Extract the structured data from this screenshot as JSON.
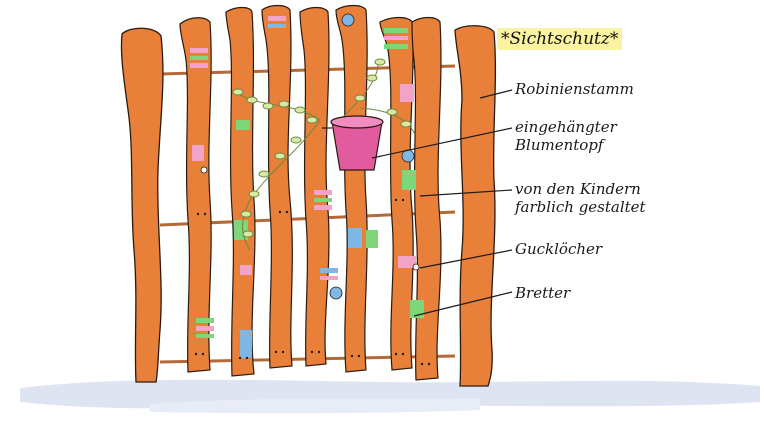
{
  "title": "*Sichtschutz*",
  "labels": {
    "robinienstamm": "Robinienstamm",
    "topf_line1": "eingehängter",
    "topf_line2": "Blumentopf",
    "kinder_line1": "von den Kindern",
    "kinder_line2": "farblich gestaltet",
    "guckloecher": "Gucklöcher",
    "bretter": "Bretter"
  },
  "colors": {
    "wood": "#e8803a",
    "wood_dark": "#c9622a",
    "ground": "#dfe4f3",
    "highlight": "#fbf3a1",
    "stripe_pink": "#f4a3c8",
    "stripe_green": "#7fd67a",
    "stripe_blue": "#7fb8e6",
    "pot": "#e25b9e",
    "leaf": "#d9e8a6"
  }
}
